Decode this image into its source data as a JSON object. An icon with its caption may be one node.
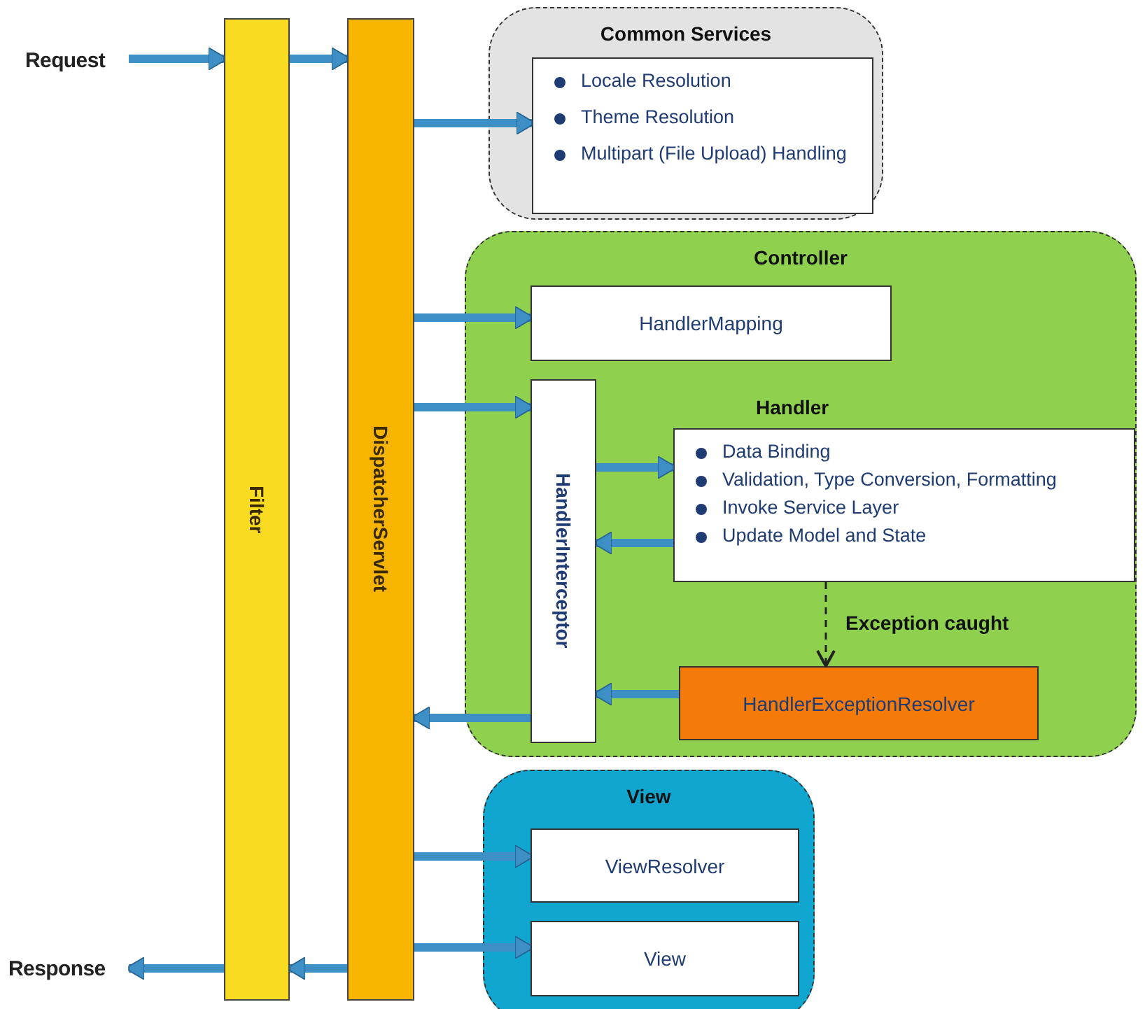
{
  "diagram": {
    "nodes": [
      {
        "text": [
          "Request"
        ]
      },
      {
        "text": [
          "Response"
        ]
      },
      {
        "text": [
          "Filter"
        ]
      },
      {
        "text": [
          "DispatcherServlet"
        ]
      },
      {
        "text": [
          "Common Services"
        ]
      },
      {
        "text": [
          "Locale Resolution",
          "Theme Resolution",
          "Multipart (File Upload) Handling"
        ],
        "in": 4
      },
      {
        "text": [
          "Controller"
        ]
      },
      {
        "text": [
          "HandlerMapping"
        ],
        "in": 6
      },
      {
        "text": [
          "HandlerInterceptor"
        ],
        "in": 6
      },
      {
        "text": [
          "Handler",
          "Data Binding",
          "Validation, Type Conversion, Formatting",
          "Invoke Service Layer",
          "Update Model and State"
        ],
        "in": 6
      },
      {
        "text": [
          "HandlerExceptionResolver"
        ],
        "in": 6
      },
      {
        "text": [
          "View"
        ]
      },
      {
        "text": [
          "ViewResolver"
        ],
        "in": 11
      },
      {
        "text": [
          "View"
        ],
        "in": 11
      }
    ],
    "edges": [
      {
        "from": 0,
        "to": 2,
        "arrow": "to"
      },
      {
        "from": 2,
        "to": 3,
        "arrow": "to"
      },
      {
        "from": 3,
        "to": 5,
        "arrow": "to"
      },
      {
        "from": 3,
        "to": 7,
        "arrow": "to"
      },
      {
        "from": 3,
        "to": 8,
        "arrow": "to"
      },
      {
        "from": 8,
        "to": 9,
        "arrow": "to"
      },
      {
        "from": 9,
        "to": 8,
        "arrow": "to"
      },
      {
        "from": 9,
        "to": 10,
        "arrow": "to",
        "label": "Exception caught",
        "style": "dashed",
        "color": "#222222"
      },
      {
        "from": 10,
        "to": 8,
        "arrow": "to"
      },
      {
        "from": 8,
        "to": 3,
        "arrow": "to"
      },
      {
        "from": 3,
        "to": 12,
        "arrow": "to"
      },
      {
        "from": 3,
        "to": 13,
        "arrow": "to"
      },
      {
        "from": 3,
        "to": 2,
        "arrow": "to"
      },
      {
        "from": 2,
        "to": 1,
        "arrow": "to"
      }
    ]
  }
}
